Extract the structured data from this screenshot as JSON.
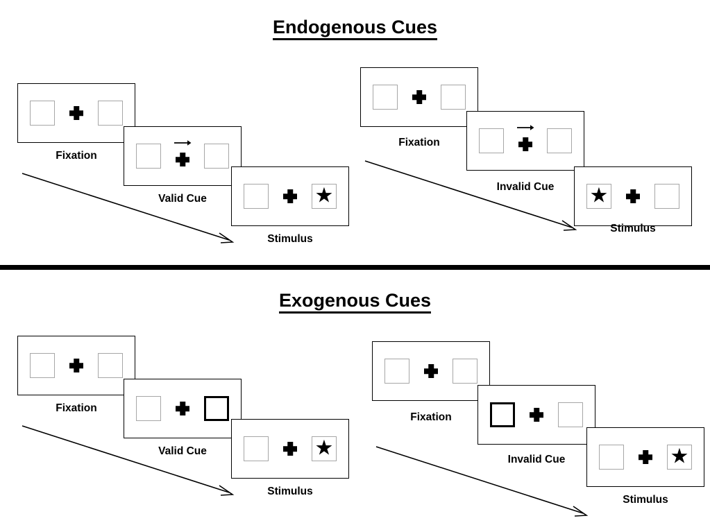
{
  "figure": {
    "type": "diagram",
    "description": "Spatial cueing paradigm: endogenous vs exogenous cues, valid vs invalid trials"
  },
  "sections": [
    {
      "id": "endogenous",
      "title": "Endogenous Cues",
      "cue_type": "central arrow",
      "trials": [
        {
          "id": "endogenous-valid",
          "frames": [
            {
              "name": "fixation",
              "caption": "Fixation",
              "left_box": "empty",
              "right_box": "empty",
              "cue": "none",
              "cue_side": "none",
              "target": "none"
            },
            {
              "name": "cue",
              "caption": "Valid Cue",
              "left_box": "empty",
              "right_box": "empty",
              "cue": "arrow-right",
              "cue_side": "right",
              "target": "none"
            },
            {
              "name": "stimulus",
              "caption": "Stimulus",
              "left_box": "empty",
              "right_box": "star",
              "cue": "none",
              "cue_side": "none",
              "target": "right"
            }
          ]
        },
        {
          "id": "endogenous-invalid",
          "frames": [
            {
              "name": "fixation",
              "caption": "Fixation",
              "left_box": "empty",
              "right_box": "empty",
              "cue": "none",
              "cue_side": "none",
              "target": "none"
            },
            {
              "name": "cue",
              "caption": "Invalid Cue",
              "left_box": "empty",
              "right_box": "empty",
              "cue": "arrow-right",
              "cue_side": "right",
              "target": "none"
            },
            {
              "name": "stimulus",
              "caption": "Stimulus",
              "left_box": "star",
              "right_box": "empty",
              "cue": "none",
              "cue_side": "none",
              "target": "left"
            }
          ]
        }
      ]
    },
    {
      "id": "exogenous",
      "title": "Exogenous Cues",
      "cue_type": "peripheral box flash",
      "trials": [
        {
          "id": "exogenous-valid",
          "frames": [
            {
              "name": "fixation",
              "caption": "Fixation",
              "left_box": "empty",
              "right_box": "empty",
              "cue": "none",
              "cue_side": "none",
              "target": "none"
            },
            {
              "name": "cue",
              "caption": "Valid Cue",
              "left_box": "empty",
              "right_box": "highlighted",
              "cue": "box-highlight",
              "cue_side": "right",
              "target": "none"
            },
            {
              "name": "stimulus",
              "caption": "Stimulus",
              "left_box": "empty",
              "right_box": "star",
              "cue": "none",
              "cue_side": "none",
              "target": "right"
            }
          ]
        },
        {
          "id": "exogenous-invalid",
          "frames": [
            {
              "name": "fixation",
              "caption": "Fixation",
              "left_box": "empty",
              "right_box": "empty",
              "cue": "none",
              "cue_side": "none",
              "target": "none"
            },
            {
              "name": "cue",
              "caption": "Invalid Cue",
              "left_box": "highlighted",
              "right_box": "empty",
              "cue": "box-highlight",
              "cue_side": "left",
              "target": "none"
            },
            {
              "name": "stimulus",
              "caption": "Stimulus",
              "left_box": "empty",
              "right_box": "star",
              "cue": "none",
              "cue_side": "none",
              "target": "right"
            }
          ]
        }
      ]
    }
  ],
  "glyphs": {
    "star": "★",
    "fixation_cross": "plus"
  },
  "colors": {
    "ink": "#000000",
    "box_border": "#a6a6a6",
    "panel_border": "#000000",
    "background": "#ffffff",
    "cued_box_border": "#000000"
  }
}
